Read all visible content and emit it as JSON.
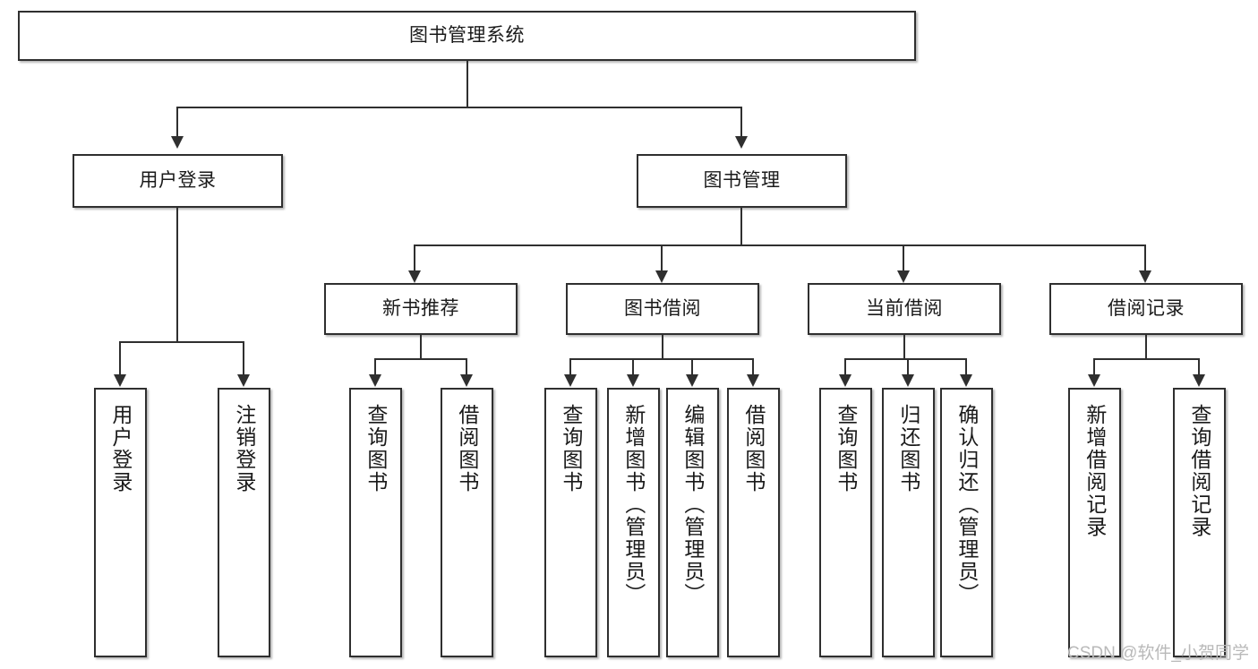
{
  "diagram": {
    "type": "tree-hierarchy-flowchart",
    "root": {
      "label": "图书管理系统"
    },
    "level2": [
      {
        "label": "用户登录"
      },
      {
        "label": "图书管理"
      }
    ],
    "level3": [
      {
        "label": "新书推荐"
      },
      {
        "label": "图书借阅"
      },
      {
        "label": "当前借阅"
      },
      {
        "label": "借阅记录"
      }
    ],
    "leaves": {
      "user_login": [
        {
          "label": "用户登录"
        },
        {
          "label": "注销登录"
        }
      ],
      "new_book_recommend": [
        {
          "label": "查询图书"
        },
        {
          "label": "借阅图书"
        }
      ],
      "book_borrow": [
        {
          "label": "查询图书"
        },
        {
          "label": "新增图书（管理员）"
        },
        {
          "label": "编辑图书（管理员）"
        },
        {
          "label": "借阅图书"
        }
      ],
      "current_borrow": [
        {
          "label": "查询图书"
        },
        {
          "label": "归还图书"
        },
        {
          "label": "确认归还（管理员）"
        }
      ],
      "borrow_record": [
        {
          "label": "新增借阅记录"
        },
        {
          "label": "查询借阅记录"
        }
      ]
    }
  },
  "watermark": {
    "text": "CSDN @软件_小贺同学"
  },
  "colors": {
    "stroke": "#2f2f2f",
    "fill": "#ffffff",
    "text": "#1a1a1a",
    "watermark": "#b9b9b9"
  }
}
